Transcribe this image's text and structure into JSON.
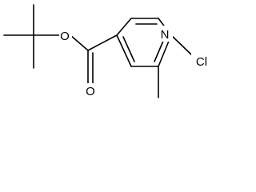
{
  "molecule": {
    "atoms": {
      "ester_oxygen": "O",
      "carbonyl_oxygen": "O",
      "ring_nitrogen": "N",
      "chlorine": "Cl"
    }
  },
  "colors": {
    "bond": "#000000",
    "label": "#000000",
    "background": "#ffffff"
  }
}
